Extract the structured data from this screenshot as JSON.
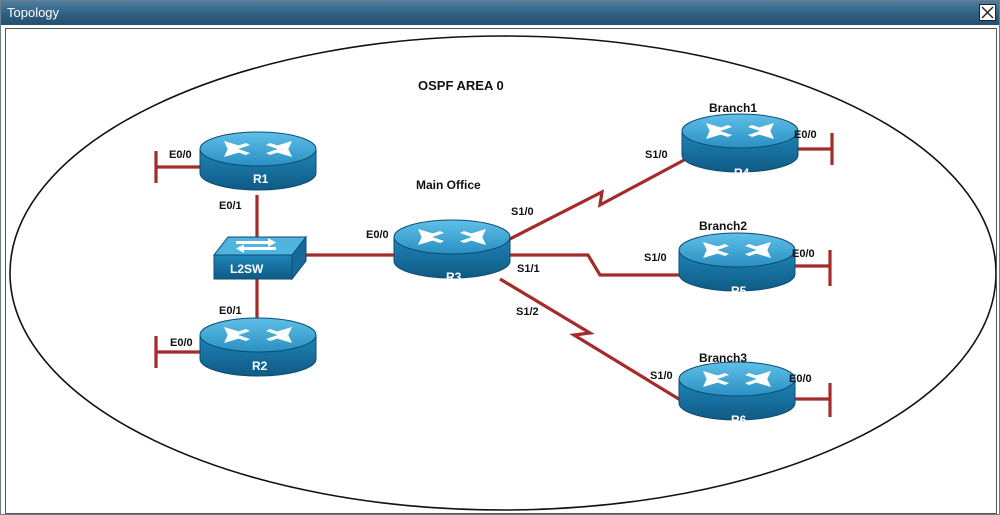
{
  "window": {
    "title": "Topology"
  },
  "diagram": {
    "area_label": "OSPF AREA 0",
    "location_labels": {
      "main_office": "Main Office",
      "branch1": "Branch1",
      "branch2": "Branch2",
      "branch3": "Branch3"
    },
    "devices": {
      "r1": "R1",
      "r2": "R2",
      "r3": "R3",
      "r4": "R4",
      "r5": "R5",
      "r6": "R6",
      "switch": "L2SW"
    },
    "interfaces": {
      "r1_e00": "E0/0",
      "r1_e01": "E0/1",
      "r2_e00": "E0/0",
      "r2_e01": "E0/1",
      "r3_e00": "E0/0",
      "r3_s10": "S1/0",
      "r3_s11": "S1/1",
      "r3_s12": "S1/2",
      "r4_s10": "S1/0",
      "r4_e00": "E0/0",
      "r5_s10": "S1/0",
      "r5_e00": "E0/0",
      "r6_s10": "S1/0",
      "r6_e00": "E0/0"
    },
    "colors": {
      "link": "#a52a2a",
      "device_top": "#2f9fd0",
      "device_side": "#1a6f9b"
    }
  }
}
